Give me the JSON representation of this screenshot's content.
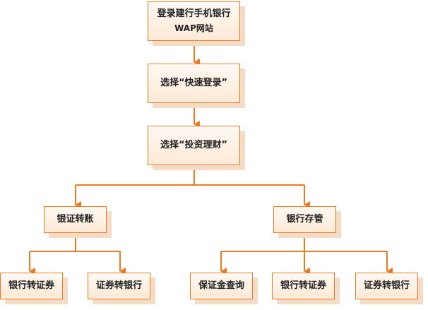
{
  "colors": {
    "accent": "#f07a22",
    "node_fill_top": "#fffaf4",
    "node_fill_bottom": "#fde9d6",
    "shadow": "#f5dcc6"
  },
  "nodes": {
    "login": {
      "line1": "登录建行手机银行",
      "line2": "WAP网站"
    },
    "quick_login": "选择“快速登录”",
    "invest": "选择“投资理财”",
    "bank_securities": "银证转账",
    "custody": "银行存管",
    "bank_to_securities_left": "银行转证券",
    "securities_to_bank_left": "证券转银行",
    "margin_query": "保证金查询",
    "bank_to_securities_right": "银行转证券",
    "securities_to_bank_right": "证券转银行"
  }
}
